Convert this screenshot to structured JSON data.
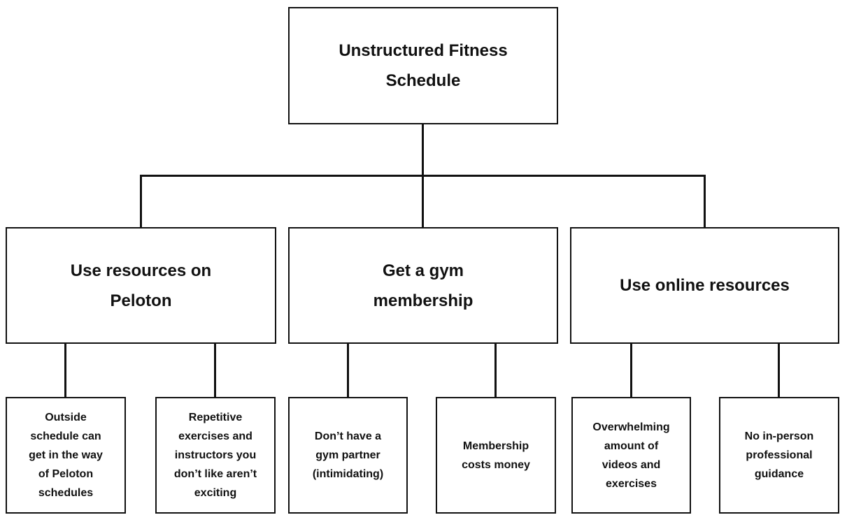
{
  "diagram": {
    "title": "Unstructured Fitness Schedule",
    "root": {
      "label": "Unstructured Fitness Schedule"
    },
    "branches": [
      {
        "label": "Use resources on Peloton",
        "children": [
          "Outside schedule can get in the way of Peloton schedules",
          "Repetitive exercises and instructors you don’t like aren’t exciting"
        ]
      },
      {
        "label": "Get a gym membership",
        "children": [
          "Don’t have a gym partner (intimidating)",
          "Membership costs money"
        ]
      },
      {
        "label": "Use online resources",
        "children": [
          "Overwhelming amount of videos and exercises",
          "No in-person professional guidance"
        ]
      }
    ],
    "colors": {
      "background": "#ffffff",
      "border": "#111111",
      "line": "#111111",
      "text": "#111111"
    }
  }
}
